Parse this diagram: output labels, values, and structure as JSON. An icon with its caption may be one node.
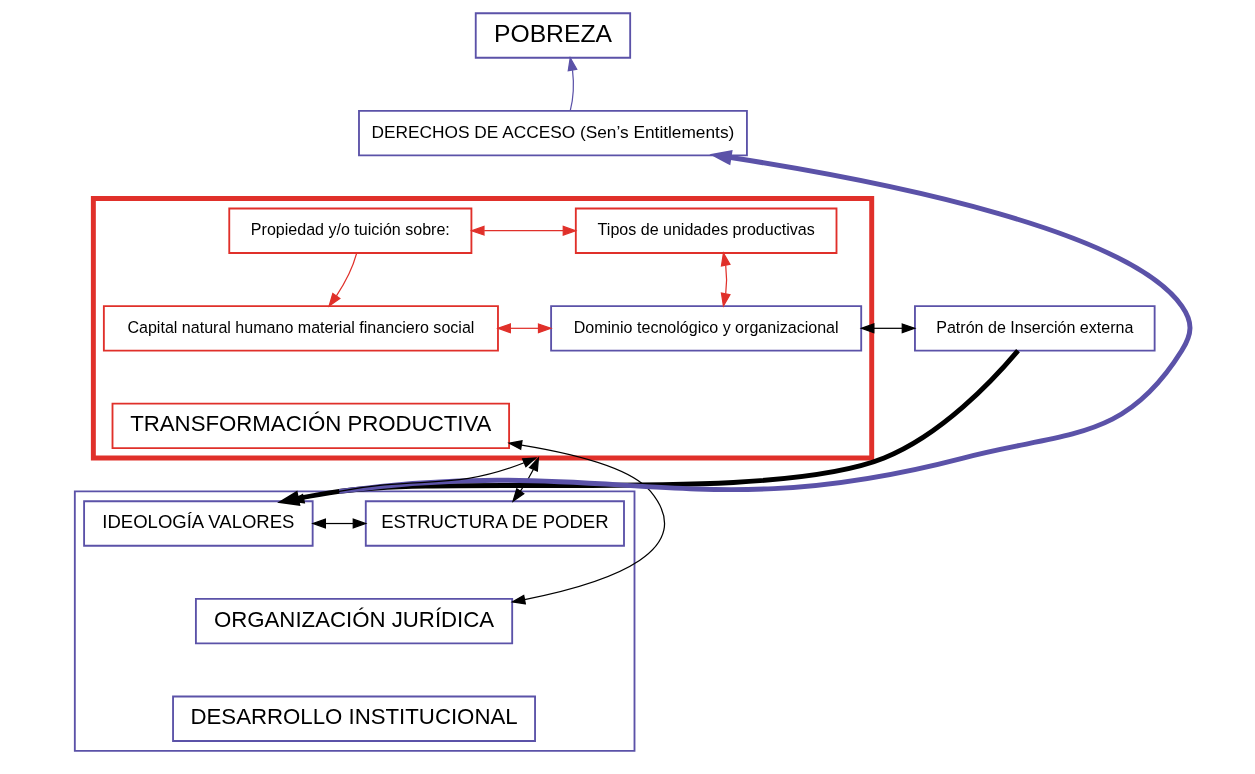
{
  "diagram": {
    "nodes": [
      {
        "text": [
          "POBREZA"
        ]
      },
      {
        "text": [
          "DERECHOS DE ACCESO (Sen’s Entitlements)"
        ]
      },
      {
        "text": [],
        "shape": "box"
      },
      {
        "text": [
          "Propiedad y/o tuición sobre:"
        ],
        "in": 2
      },
      {
        "text": [
          "Tipos de unidades productivas"
        ],
        "in": 2
      },
      {
        "text": [
          "Capital natural humano material financiero social"
        ],
        "in": 2
      },
      {
        "text": [
          "Dominio tecnológico y organizacional"
        ],
        "in": 2
      },
      {
        "text": [
          "Patrón de Inserción externa"
        ]
      },
      {
        "text": [],
        "shape": "box"
      },
      {
        "text": [
          "TRANSFORMACIÓN PRODUCTIVA"
        ],
        "in": 2
      },
      {
        "text": [
          "ESTRUCTURA DE PODER"
        ],
        "in": 8
      },
      {
        "text": [
          "IDEOLOGÍA VALORES"
        ],
        "in": 8
      },
      {
        "text": [
          "ORGANIZACIÓN JURÍDICA"
        ],
        "in": 8
      },
      {
        "text": [
          "DESARROLLO INSTITUCIONAL"
        ],
        "in": 8
      }
    ],
    "edges": [
      {
        "from": 1,
        "to": 0,
        "arrow": "to",
        "color": "#5b52a8"
      },
      {
        "from": 3,
        "to": 4,
        "arrow": "both",
        "color": "#e0302a"
      },
      {
        "from": 3,
        "to": 5,
        "arrow": "to",
        "color": "#e0302a"
      },
      {
        "from": 5,
        "to": 6,
        "arrow": "both",
        "color": "#e0302a"
      },
      {
        "from": 4,
        "to": 6,
        "arrow": "both",
        "color": "#e0302a"
      },
      {
        "from": 6,
        "to": 7,
        "arrow": "both"
      },
      {
        "from": 8,
        "to": 1,
        "arrow": "to",
        "style": "thick",
        "color": "#5b52a8"
      },
      {
        "from": 7,
        "to": 11,
        "arrow": "to",
        "style": "thick"
      },
      {
        "from": 10,
        "to": 2,
        "arrow": "both"
      },
      {
        "from": 11,
        "to": 2,
        "arrow": "both"
      },
      {
        "from": 10,
        "to": 11,
        "arrow": "both"
      },
      {
        "from": 9,
        "to": 12,
        "arrow": "both"
      }
    ]
  }
}
